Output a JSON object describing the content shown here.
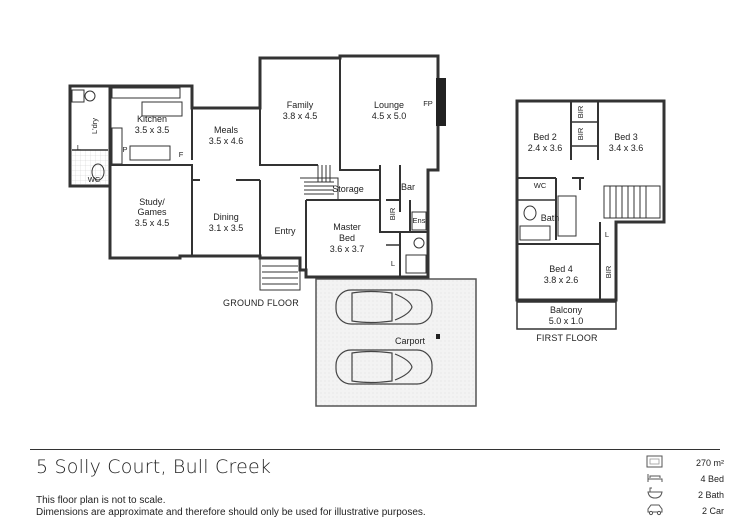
{
  "address": "5 Solly Court, Bull Creek",
  "notes": {
    "line1": "This floor plan is not to scale.",
    "line2": "Dimensions are approximate and therefore should only be used for illustrative purposes."
  },
  "stats": {
    "area": "270 m²",
    "beds": "4 Bed",
    "baths": "2 Bath",
    "cars": "2 Car"
  },
  "icons": {
    "area": "area-icon",
    "beds": "bed-icon",
    "baths": "bath-icon",
    "cars": "car-icon"
  },
  "floors": {
    "ground": "GROUND FLOOR",
    "first": "FIRST FLOOR"
  },
  "rooms": {
    "kitchen": {
      "name": "Kitchen",
      "dims": "3.5 x 3.5"
    },
    "meals": {
      "name": "Meals",
      "dims": "3.5 x 4.6"
    },
    "family": {
      "name": "Family",
      "dims": "3.8 x 4.5"
    },
    "lounge": {
      "name": "Lounge",
      "dims": "4.5 x 5.0"
    },
    "study": {
      "name": "Study/",
      "name2": "Games",
      "dims": "3.5 x 4.5"
    },
    "dining": {
      "name": "Dining",
      "dims": "3.1 x 3.5"
    },
    "master": {
      "name": "Master",
      "name2": "Bed",
      "dims": "3.6 x 3.7"
    },
    "bed2": {
      "name": "Bed 2",
      "dims": "2.4 x 3.6"
    },
    "bed3": {
      "name": "Bed 3",
      "dims": "3.4 x 3.6"
    },
    "bed4": {
      "name": "Bed 4",
      "dims": "3.8 x 2.6"
    },
    "balcony": {
      "name": "Balcony",
      "dims": "5.0 x 1.0"
    }
  },
  "labels": {
    "ldry": "L'dry",
    "wc": "WC",
    "wc2": "WC",
    "l": "L",
    "l2": "L",
    "l3": "L",
    "p": "P",
    "f": "F",
    "fp": "FP",
    "storage": "Storage",
    "bar": "Bar",
    "bir": "BIR",
    "bir2": "BIR",
    "bir3": "BIR",
    "bir4": "BIR",
    "ens": "Ens",
    "entry": "Entry",
    "carport": "Carport",
    "bath": "Bath"
  }
}
